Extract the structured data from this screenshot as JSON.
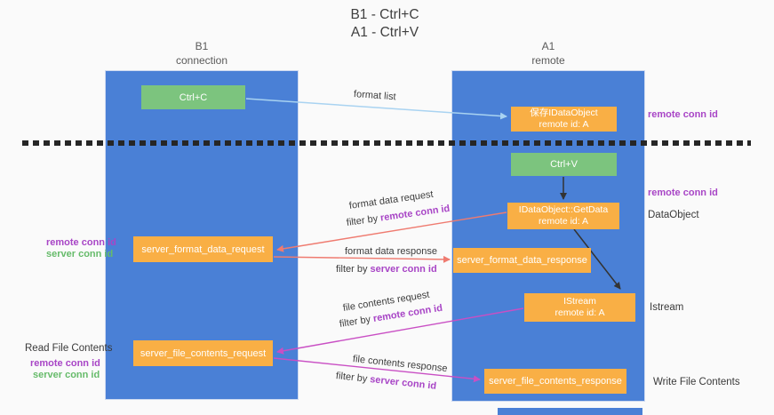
{
  "title": {
    "line1": "B1 - Ctrl+C",
    "line2": "A1 - Ctrl+V"
  },
  "lanes": {
    "left": {
      "title": "B1",
      "subtitle": "connection"
    },
    "right": {
      "title": "A1",
      "subtitle": "remote"
    }
  },
  "boxes": {
    "ctrl_c": "Ctrl+C",
    "ctrl_v": "Ctrl+V",
    "save_dataobject": {
      "line1": "保存IDataObject",
      "line2": "remote id: A"
    },
    "getdata": {
      "line1": "IDataObject::GetData",
      "line2": "remote id: A"
    },
    "istream": {
      "line1": "IStream",
      "line2": "remote id: A"
    },
    "format_request": "server_format_data_request",
    "format_response": "server_format_data_response",
    "file_request": "server_file_contents_request",
    "file_response": "server_file_contents_response"
  },
  "annotations": {
    "remote_conn_id_top_right": "remote conn id",
    "remote_conn_id_mid_right": "remote conn id",
    "dataobject": "DataObject",
    "istream": "Istream",
    "write_file_contents": "Write File Contents",
    "read_file_contents": "Read File Contents",
    "remote_conn_id_left_top": "remote conn id",
    "server_conn_id_left_top": "server conn id",
    "remote_conn_id_left_bottom": "remote conn id",
    "server_conn_id_left_bottom": "server conn id"
  },
  "arrows": {
    "format_list": "format list",
    "format_data_request": "format data request",
    "filter_by_1": "filter by",
    "filter_remote_1": "remote conn id",
    "format_data_response": "format data response",
    "filter_by_2": "filter by",
    "filter_server_2": "server conn id",
    "file_contents_request": "file contents request",
    "filter_by_3": "filter by",
    "filter_remote_3": "remote conn id",
    "file_contents_response": "file contents response",
    "filter_by_4": "filter by",
    "filter_server_4": "server conn id"
  },
  "colors": {
    "lane_blue": "#4a80d6",
    "box_orange": "#f9af45",
    "box_green": "#7cc47e",
    "purple_text": "#a845c6",
    "green_text": "#66bb6a",
    "salmon_arrow": "#ef7b70",
    "magenta_arrow": "#c94fc4",
    "lightblue_arrow": "#a9d3f1",
    "black_arrow": "#333333"
  }
}
